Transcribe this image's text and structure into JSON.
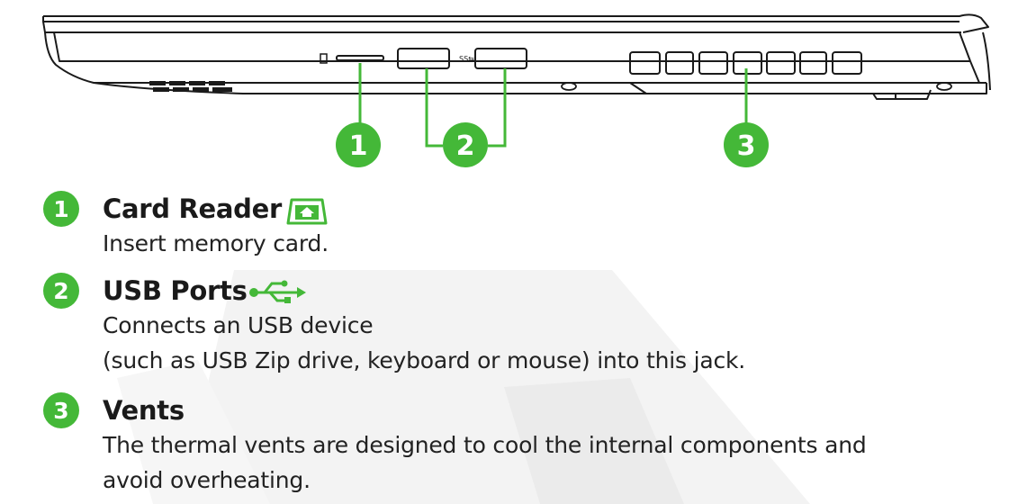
{
  "callouts": [
    {
      "number": "1",
      "title": "Card Reader",
      "icon": "card-reader-icon",
      "lines": [
        "Insert memory card."
      ]
    },
    {
      "number": "2",
      "title": "USB Ports",
      "icon": "usb-icon",
      "lines": [
        "Connects an USB device",
        "(such as USB Zip drive, keyboard or mouse) into this jack."
      ]
    },
    {
      "number": "3",
      "title": "Vents",
      "icon": "",
      "lines": [
        "The thermal vents are designed to cool the internal components and",
        "avoid overheating."
      ]
    }
  ],
  "diagram": {
    "usb_port_marking": "SS⇆",
    "markers": [
      "1",
      "2",
      "3"
    ]
  },
  "colors": {
    "accent": "#44b838",
    "outline": "#1a1a1a",
    "watermark": "#f2f2f2"
  }
}
